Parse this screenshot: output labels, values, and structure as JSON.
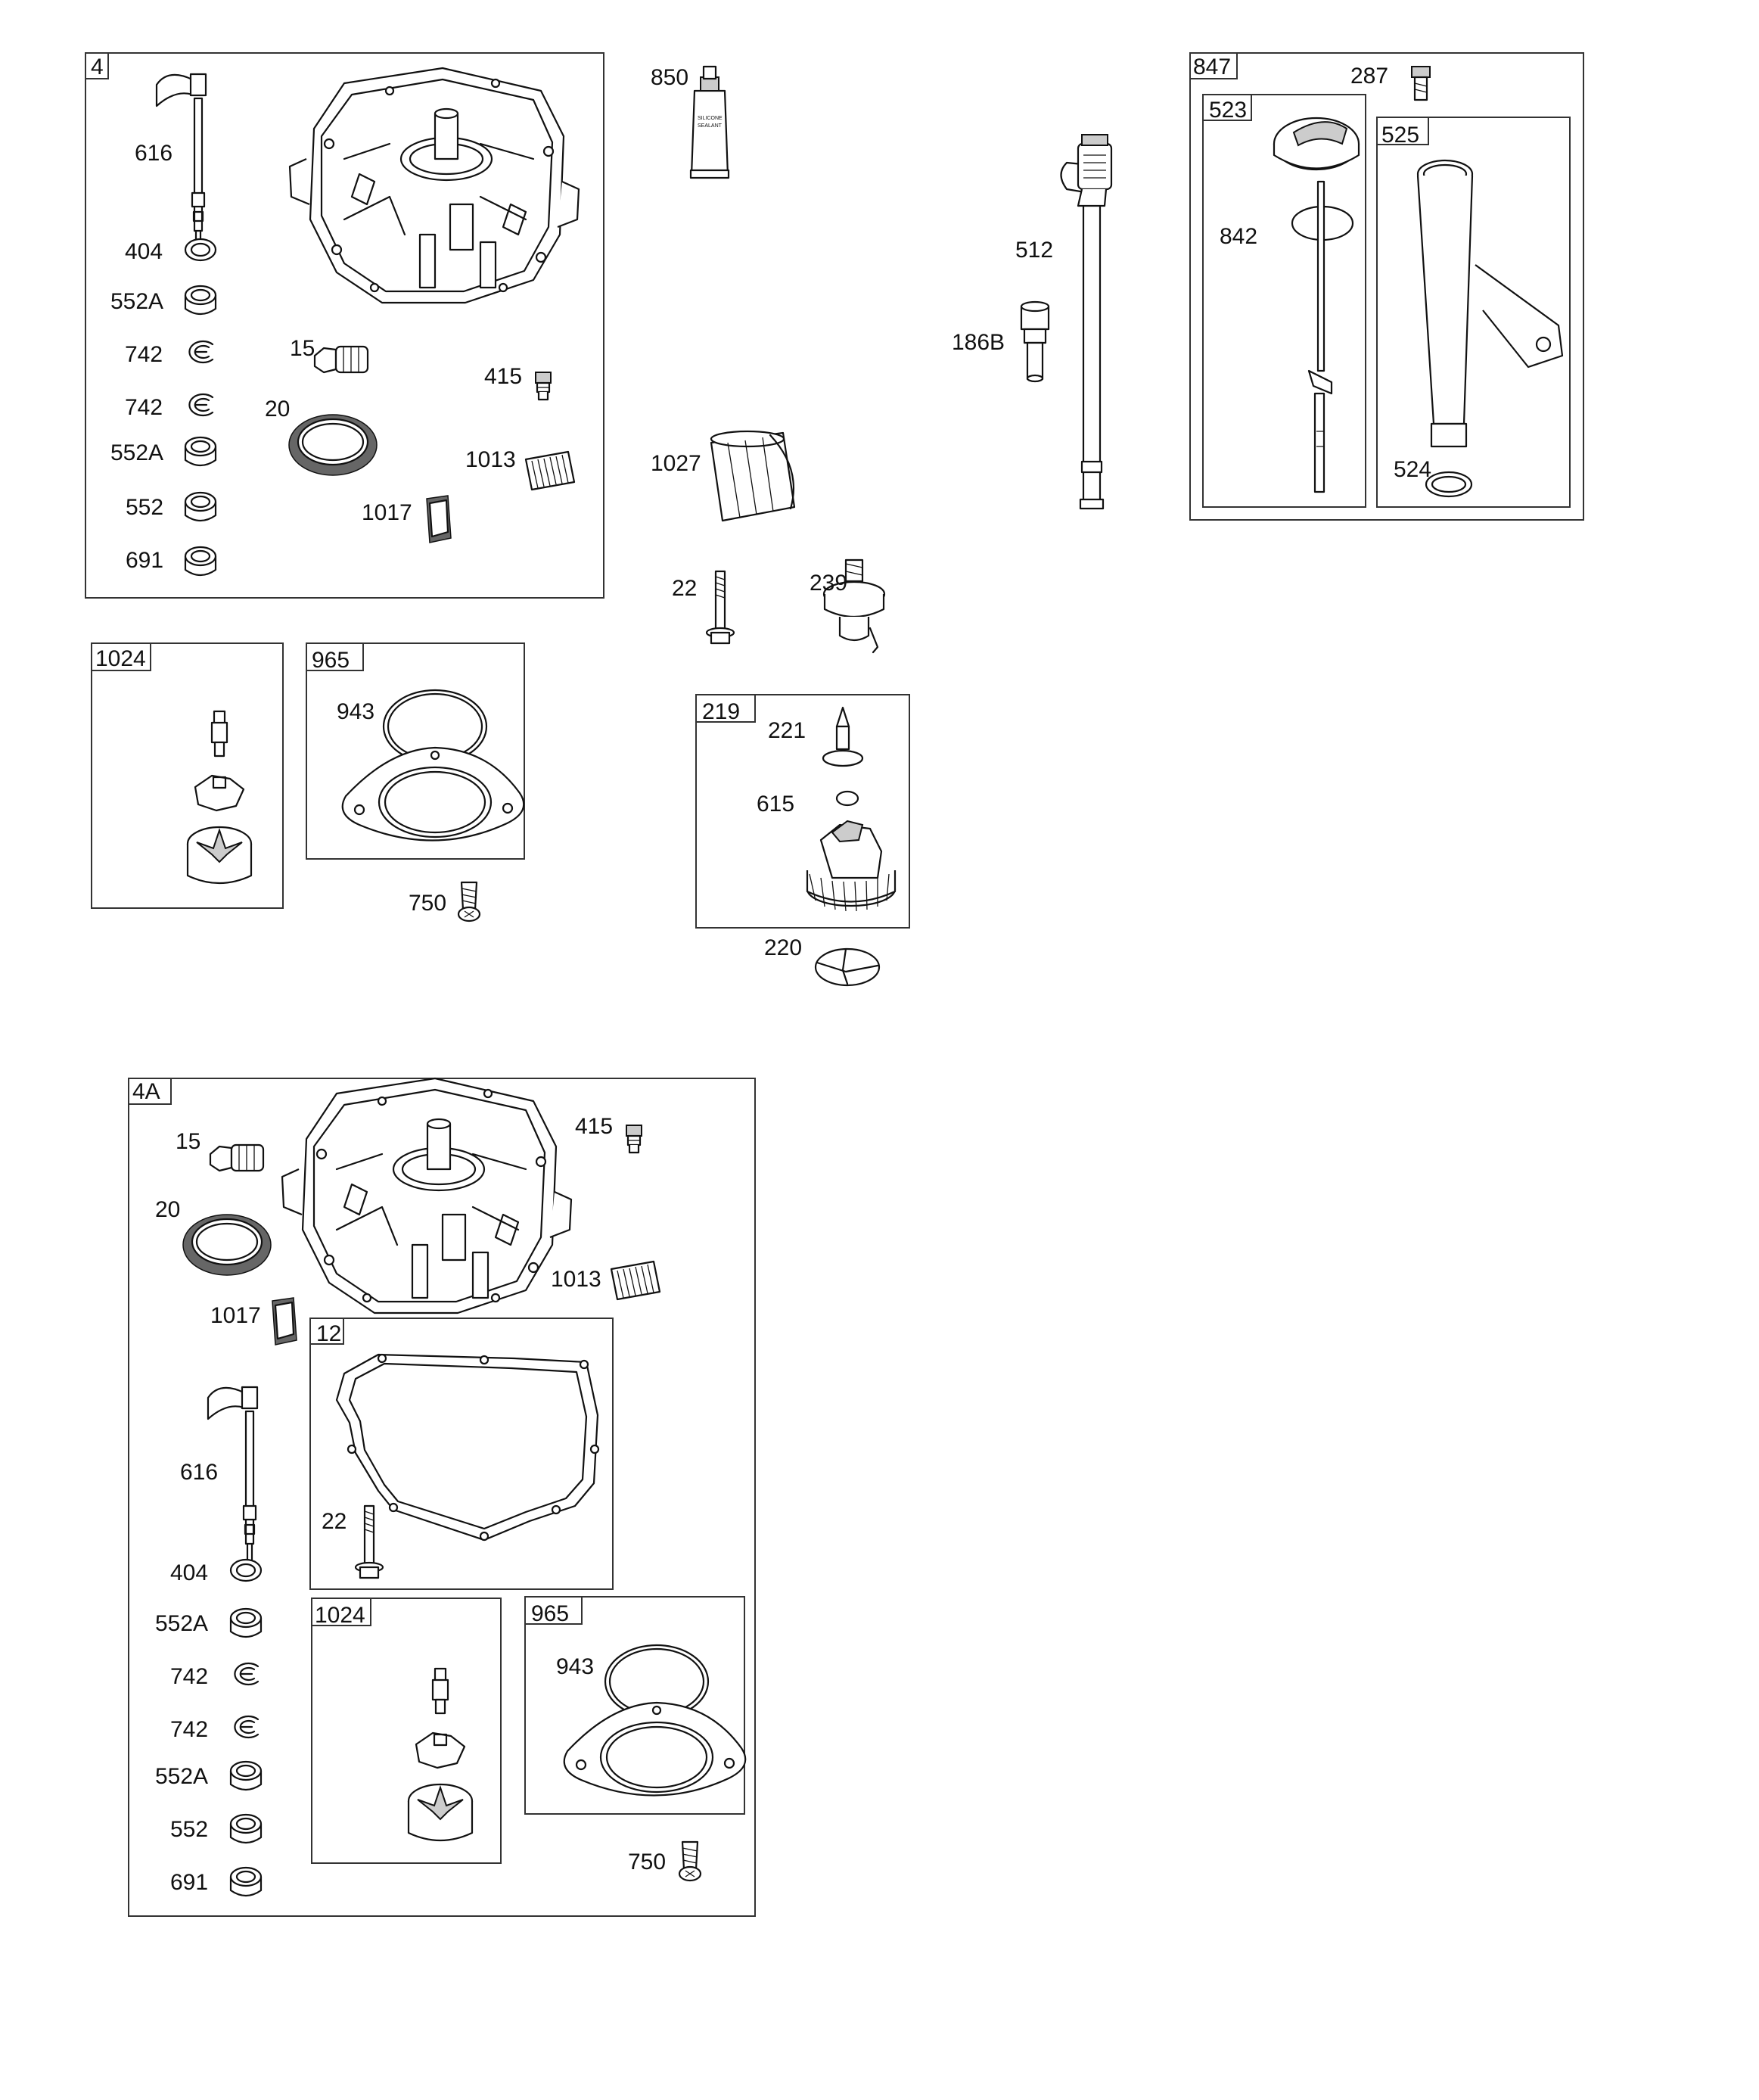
{
  "boxes": {
    "box_4": "4",
    "box_1024": "1024",
    "box_965": "965",
    "box_219": "219",
    "box_847": "847",
    "box_523": "523",
    "box_525": "525",
    "box_4a": "4A",
    "box_12": "12",
    "box_4a_1024": "1024",
    "box_4a_965": "965"
  },
  "callouts": {
    "c616": "616",
    "c404": "404",
    "c552a_1": "552A",
    "c742_1": "742",
    "c742_2": "742",
    "c552a_2": "552A",
    "c552": "552",
    "c691": "691",
    "c15": "15",
    "c20": "20",
    "c415": "415",
    "c1013": "1013",
    "c1017": "1017",
    "c943": "943",
    "c750": "750",
    "c850": "850",
    "c1027": "1027",
    "c22": "22",
    "c239": "239",
    "c221": "221",
    "c615": "615",
    "c220": "220",
    "c512": "512",
    "c186b": "186B",
    "c287": "287",
    "c842": "842",
    "c524": "524",
    "d15": "15",
    "d415": "415",
    "d20": "20",
    "d1013": "1013",
    "d1017": "1017",
    "d616": "616",
    "d22": "22",
    "d404": "404",
    "d552a_1": "552A",
    "d742_1": "742",
    "d742_2": "742",
    "d552a_2": "552A",
    "d552": "552",
    "d691": "691",
    "d943": "943",
    "d750": "750"
  },
  "sealant_label": {
    "line1": "SILICONE",
    "line2": "SEALANT"
  }
}
